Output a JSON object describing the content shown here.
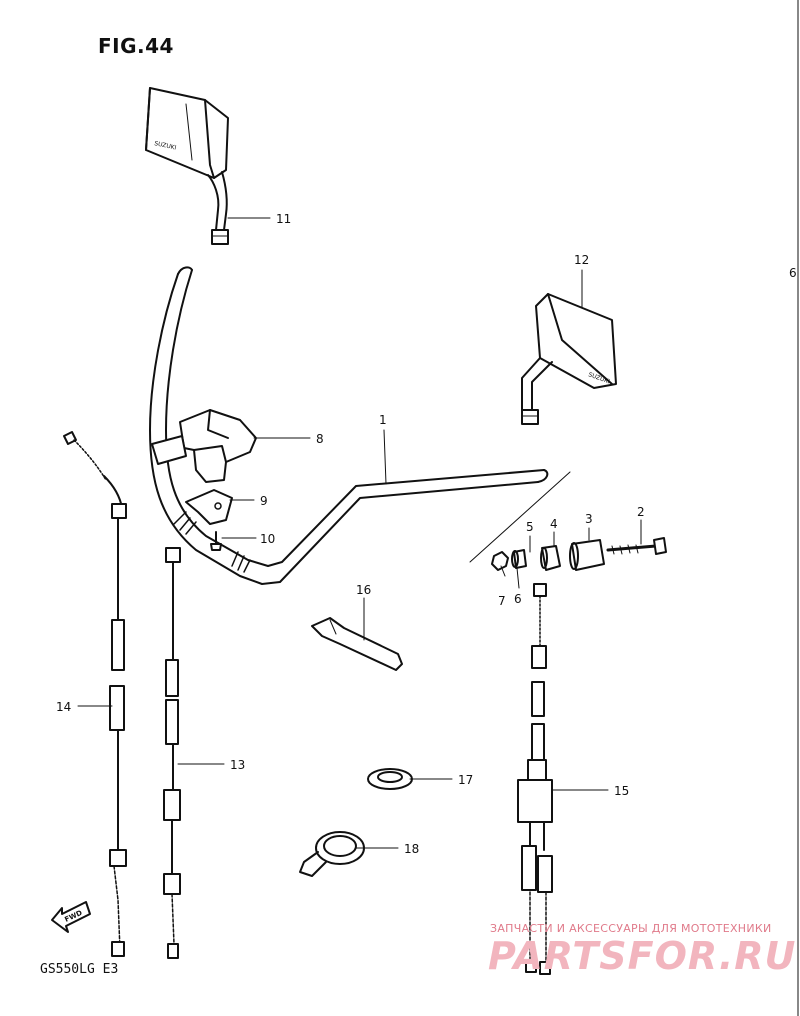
{
  "figure": {
    "title": "FIG.44",
    "model": "GS550LG  E3",
    "edge_mark": "6"
  },
  "watermark": {
    "top_text": "ЗАПЧАСТИ И АКСЕССУАРЫ ДЛЯ МОТОТЕХНИКИ",
    "logo_text": "PARTSFOR.RU"
  },
  "fwd_marker": "FWD",
  "mirror_text": {
    "left": "SUZUKI",
    "right": "SUZUKI"
  },
  "callouts": {
    "c1": "1",
    "c2": "2",
    "c3": "3",
    "c4": "4",
    "c5": "5",
    "c6": "6",
    "c7": "7",
    "c8": "8",
    "c9": "9",
    "c10": "10",
    "c11": "11",
    "c12": "12",
    "c13": "13",
    "c14": "14",
    "c15": "15",
    "c16": "16",
    "c17": "17",
    "c18": "18"
  }
}
